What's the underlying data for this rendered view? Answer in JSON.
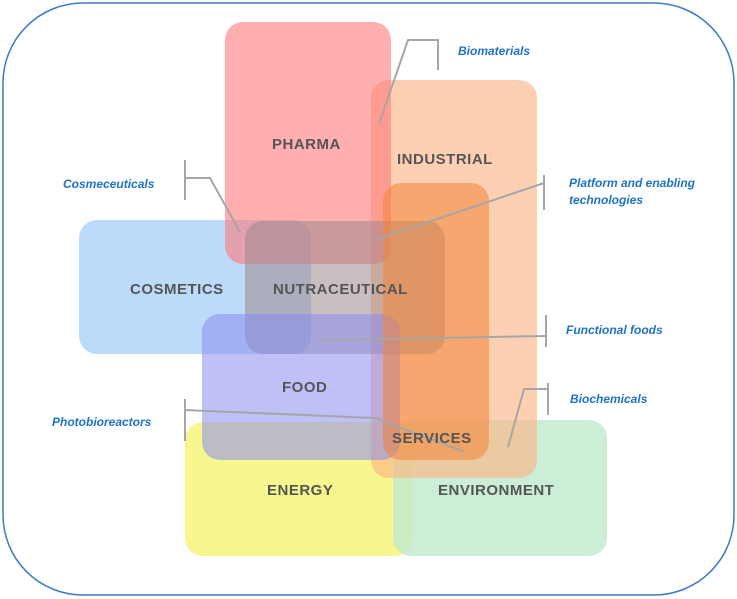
{
  "colors": {
    "frame": "#3a7cc4",
    "pharma": "#ff7a7a",
    "industrial": "#fdb080",
    "cosmetics": "#8fc2f5",
    "nutraceutical": "#9c8a8c",
    "food": "#8a8cf0",
    "energy": "#f6f36a",
    "environment": "#bfe8cc",
    "services": "#f38437",
    "connector": "#a6a6a6",
    "annotation": "#1f73c4",
    "label": "#555555"
  },
  "sectors": {
    "pharma": "PHARMA",
    "industrial": "INDUSTRIAL",
    "cosmetics": "COSMETICS",
    "nutraceutical": "NUTRACEUTICAL",
    "food": "FOOD",
    "services": "SERVICES",
    "energy": "ENERGY",
    "environment": "ENVIRONMENT"
  },
  "annotations": {
    "biomaterials": "Biomaterials",
    "cosmeceuticals": "Cosmeceuticals",
    "platform": "Platform and enabling technologies",
    "functional_foods": "Functional foods",
    "biochemicals": "Biochemicals",
    "photobioreactors": "Photobioreactors"
  }
}
